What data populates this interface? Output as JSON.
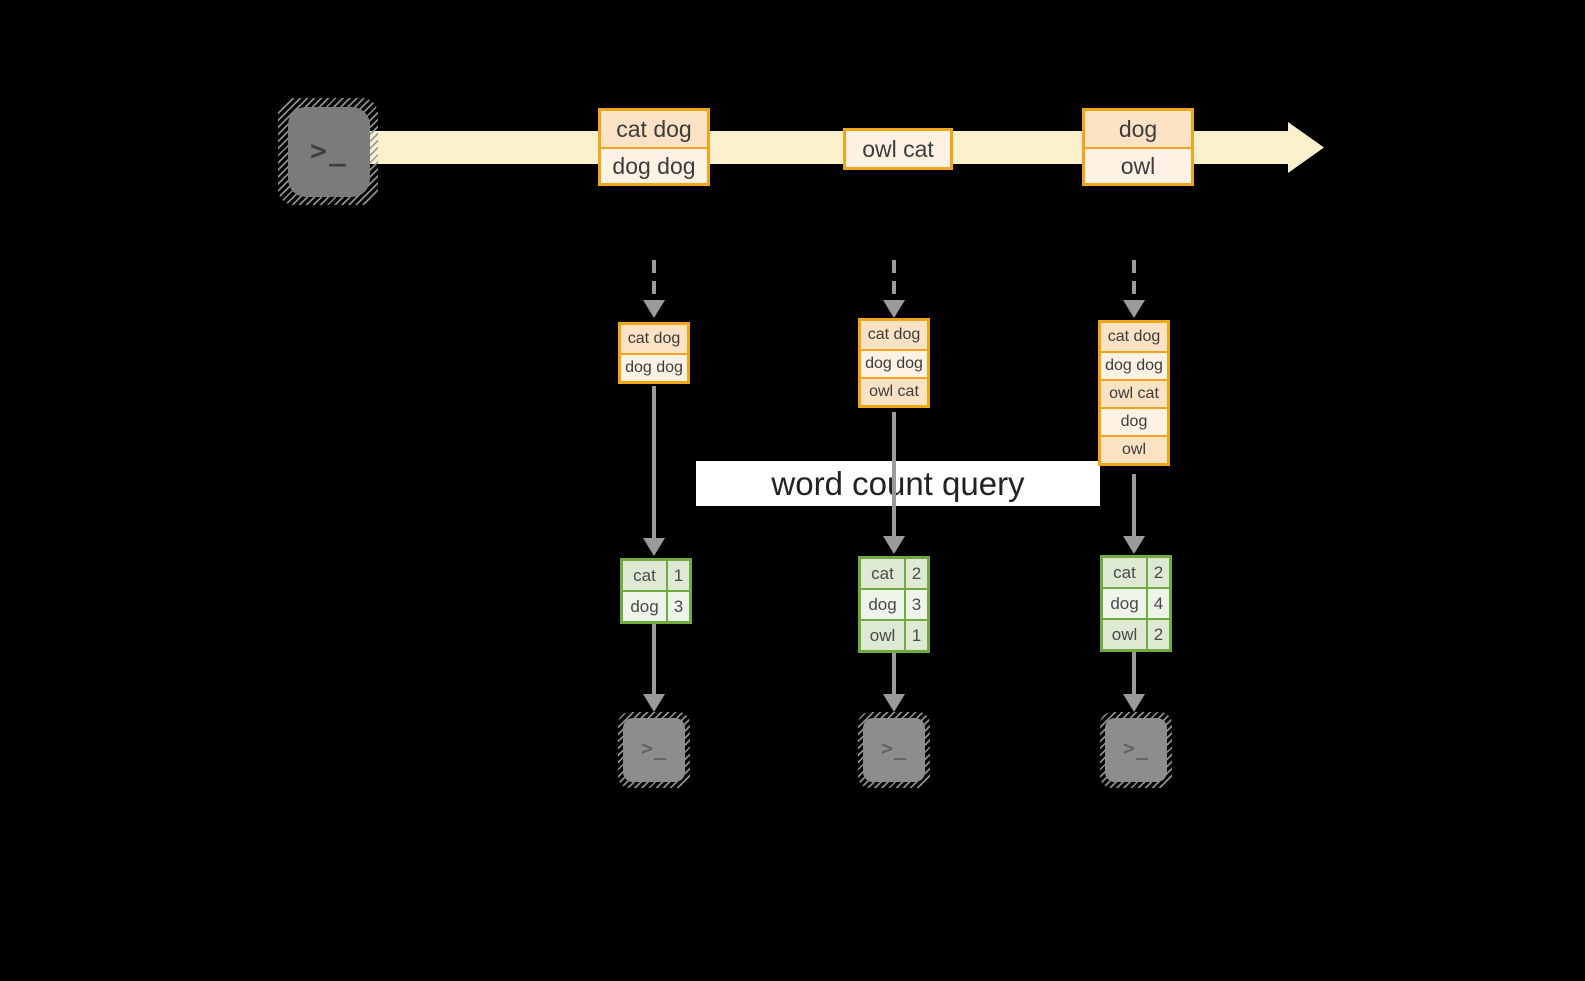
{
  "label": {
    "text": "word count query"
  },
  "terminal": {
    "glyph": ">_"
  },
  "colors": {
    "accent_orange": "#f0a51a",
    "peach_fill": "#fbe2c5",
    "cream_fill": "#fdf2e4",
    "stream_band": "#faf0cc",
    "accent_green": "#71ab40",
    "sage_fill": "#dee9d3",
    "sage_light_fill": "#eef4e9",
    "arrow_gray": "#9b9b9b",
    "terminal_gray": "#7b7b7b",
    "label_bg": "#ffffff"
  },
  "stream": {
    "batches": [
      {
        "items": [
          "cat dog",
          "dog dog"
        ]
      },
      {
        "items": [
          "owl cat"
        ]
      },
      {
        "items": [
          "dog",
          "owl"
        ]
      }
    ]
  },
  "columns": [
    {
      "input_records": [
        "cat dog",
        "dog dog"
      ],
      "counts": [
        {
          "word": "cat",
          "count": "1"
        },
        {
          "word": "dog",
          "count": "3"
        }
      ]
    },
    {
      "input_records": [
        "cat dog",
        "dog dog",
        "owl cat"
      ],
      "counts": [
        {
          "word": "cat",
          "count": "2"
        },
        {
          "word": "dog",
          "count": "3"
        },
        {
          "word": "owl",
          "count": "1"
        }
      ]
    },
    {
      "input_records": [
        "cat dog",
        "dog dog",
        "owl cat",
        "dog",
        "owl"
      ],
      "counts": [
        {
          "word": "cat",
          "count": "2"
        },
        {
          "word": "dog",
          "count": "4"
        },
        {
          "word": "owl",
          "count": "2"
        }
      ]
    }
  ]
}
